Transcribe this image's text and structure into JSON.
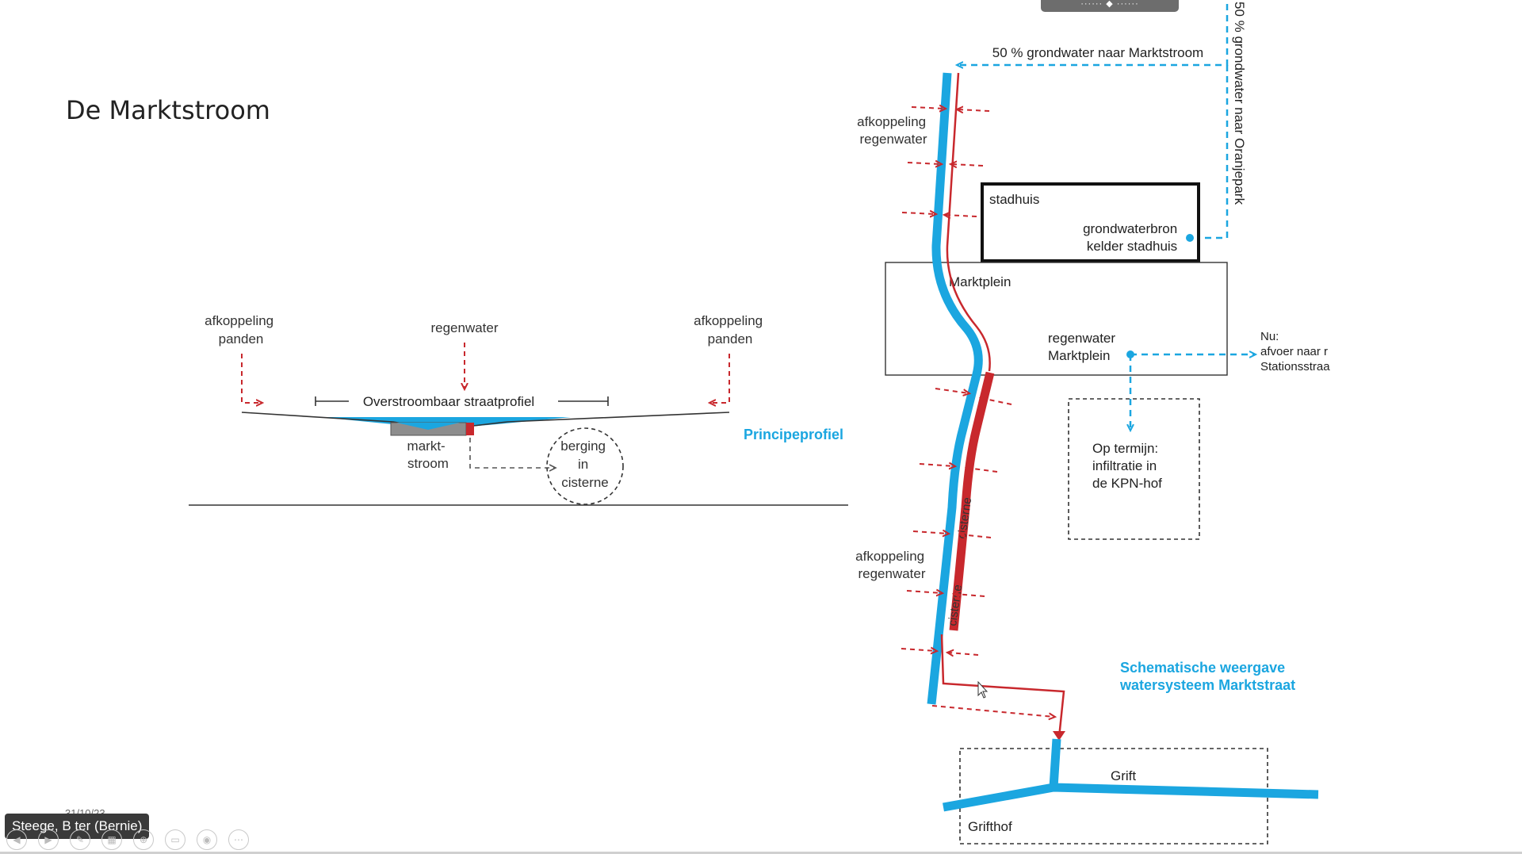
{
  "slide": {
    "title": "De Marktstroom",
    "presenter_name": "Steege, B ter (Bernie)",
    "date_partial": "31/10/23"
  },
  "colors": {
    "water_blue": "#1ba6e0",
    "cistern_red": "#c8282d",
    "text_dark": "#333333",
    "caption_blue": "#1ba6e0"
  },
  "profile": {
    "label_left": [
      "afkoppeling",
      "panden"
    ],
    "label_center": "regenwater",
    "label_right": [
      "afkoppeling",
      "panden"
    ],
    "street_label": "Overstroombaar straatprofiel",
    "markt_stroom": [
      "markt-",
      "stroom"
    ],
    "berging": [
      "berging",
      "in",
      "cisterne"
    ],
    "caption": "Principeprofiel"
  },
  "scheme": {
    "groundwater_top": "50 % grondwater naar Marktstroom",
    "groundwater_vertical": "50 % grondwater naar Oranjepark",
    "afkoppeling_top": [
      "afkoppeling",
      "regenwater"
    ],
    "afkoppeling_bottom": [
      "afkoppeling",
      "regenwater"
    ],
    "stadhuis": "stadhuis",
    "grondwaterbron": [
      "grondwaterbron",
      "kelder stadhuis"
    ],
    "marktplein": "Marktplein",
    "regenwater_marktplein": [
      "regenwater",
      "Marktplein"
    ],
    "nu": [
      "Nu:",
      "afvoer naar r",
      "Stationsstraa"
    ],
    "op_termijn": [
      "Op termijn:",
      "infiltratie in",
      "de KPN-hof"
    ],
    "cisterne_labels": [
      "cisterne",
      "cisterne"
    ],
    "caption": [
      "Schematische weergave",
      "watersysteem Marktstraat"
    ],
    "grift": "Grift",
    "grifthof": "Grifthof"
  }
}
